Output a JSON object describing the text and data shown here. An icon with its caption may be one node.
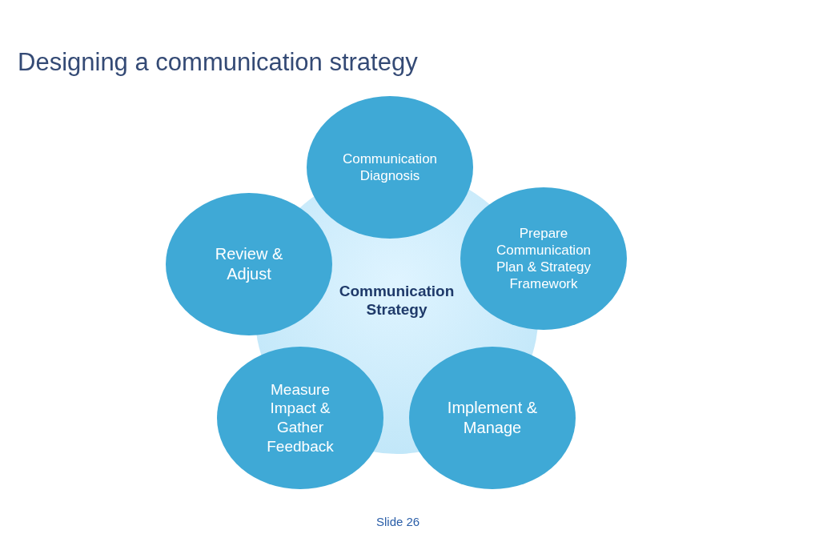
{
  "diagram": {
    "title": "Designing a communication strategy",
    "nodes": [
      {
        "text": [
          "Communication Strategy"
        ]
      },
      {
        "text": [
          "Communication Diagnosis"
        ]
      },
      {
        "text": [
          "Prepare Communication Plan & Strategy Framework"
        ]
      },
      {
        "text": [
          "Implement & Manage"
        ]
      },
      {
        "text": [
          "Measure Impact & Gather Feedback"
        ]
      },
      {
        "text": [
          "Review & Adjust"
        ]
      }
    ],
    "labels": [
      "Slide 26"
    ]
  }
}
